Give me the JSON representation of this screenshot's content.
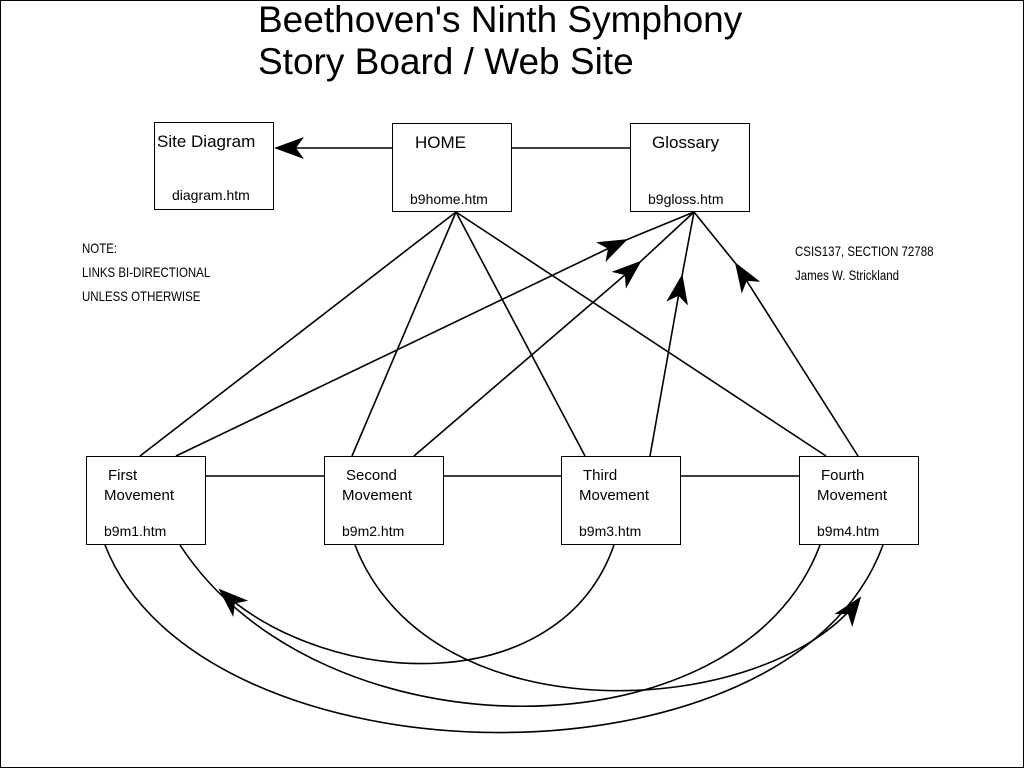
{
  "title": {
    "line1": "Beethoven's Ninth Symphony",
    "line2": "Story Board  /  Web Site"
  },
  "nodes": {
    "site_diagram": {
      "name": "Site Diagram",
      "file": "diagram.htm"
    },
    "home": {
      "name": "HOME",
      "file": "b9home.htm"
    },
    "glossary": {
      "name": "Glossary",
      "file": "b9gloss.htm"
    },
    "m1": {
      "name_line1": "First",
      "name_line2": "Movement",
      "file": "b9m1.htm"
    },
    "m2": {
      "name_line1": "Second",
      "name_line2": "Movement",
      "file": "b9m2.htm"
    },
    "m3": {
      "name_line1": "Third",
      "name_line2": "Movement",
      "file": "b9m3.htm"
    },
    "m4": {
      "name_line1": "Fourth",
      "name_line2": "Movement",
      "file": "b9m4.htm"
    }
  },
  "note": {
    "line1": "NOTE:",
    "line2": "LINKS BI-DIRECTIONAL",
    "line3": "UNLESS OTHERWISE"
  },
  "credit": {
    "line1": "CSIS137, SECTION 72788",
    "line2": "James W. Strickland"
  }
}
